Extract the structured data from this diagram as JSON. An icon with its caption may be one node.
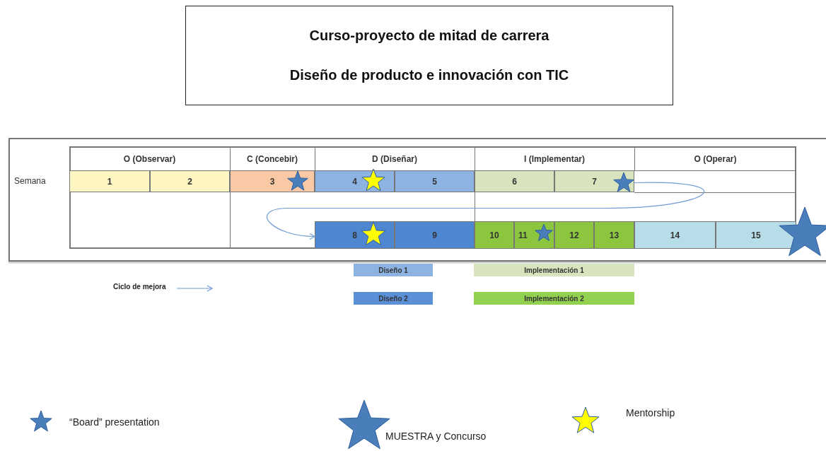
{
  "diagram": {
    "nodes": [
      {
        "text": [
          "Curso-proyecto de mitad de carrera",
          "Diseño de producto e innovación con TIC"
        ]
      },
      {
        "text": [
          "1"
        ]
      },
      {
        "text": [
          "2"
        ]
      },
      {
        "text": [
          "3"
        ]
      },
      {
        "text": [
          "4"
        ]
      },
      {
        "text": [
          "5"
        ]
      },
      {
        "text": [
          "6"
        ]
      },
      {
        "text": [
          "7"
        ]
      },
      {
        "text": [
          "8"
        ]
      },
      {
        "text": [
          "9"
        ]
      },
      {
        "text": [
          "10"
        ]
      },
      {
        "text": [
          "11"
        ]
      },
      {
        "text": [
          "12"
        ]
      },
      {
        "text": [
          "13"
        ]
      },
      {
        "text": [
          "14"
        ]
      },
      {
        "text": [
          "15"
        ]
      }
    ],
    "edges": [
      {
        "from": 7,
        "to": 8,
        "arrow": "to"
      }
    ],
    "labels": [
      "O (Observar)",
      "C (Concebir)",
      "D (Diseñar)",
      "I (Implementar)",
      "O (Operar)",
      "Semana"
    ],
    "legend": [
      {
        "text": "Diseño 1",
        "color": "#8db3e2"
      },
      {
        "text": "Implementación 1",
        "color": "#d7e4bd"
      },
      {
        "text": "Ciclo de mejora"
      },
      {
        "text": "Diseño 2",
        "color": "#5b8fd6"
      },
      {
        "text": "Implementación 2",
        "color": "#92d050"
      },
      {
        "text": "“Board” presentation"
      },
      {
        "text": "MUESTRA y Concurso"
      },
      {
        "text": "Mentorship"
      }
    ]
  }
}
